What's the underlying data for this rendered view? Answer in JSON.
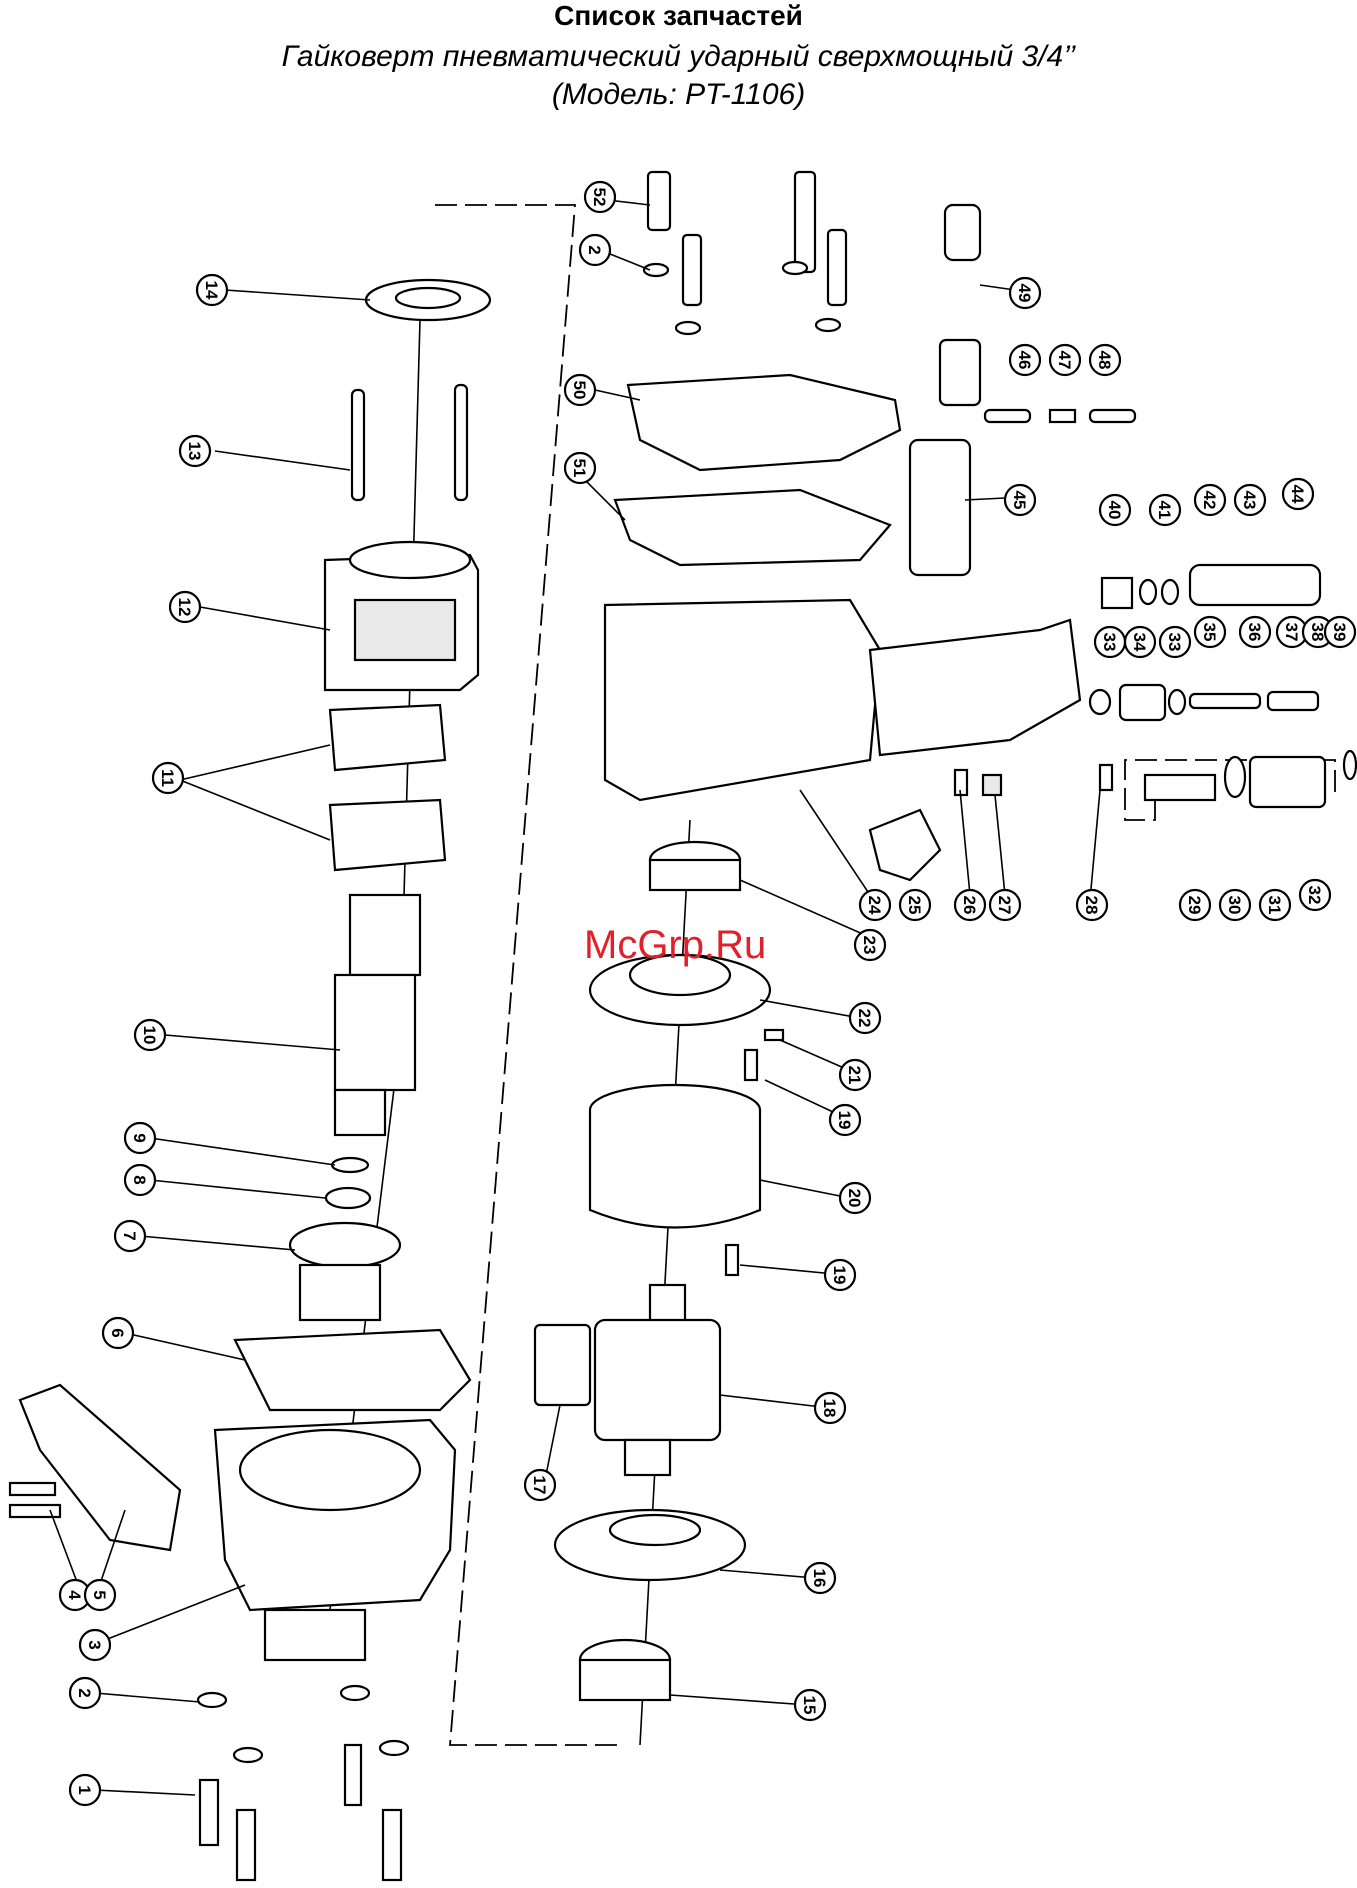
{
  "header": {
    "title": "Список запчастей",
    "subtitle": "Гайковерт пневматический ударный сверхмощный 3/4’’",
    "model": "(Модель: PT-1106)"
  },
  "watermark": "McGrp.Ru",
  "callouts": [
    {
      "label": "1"
    },
    {
      "label": "2"
    },
    {
      "label": "3"
    },
    {
      "label": "4"
    },
    {
      "label": "5"
    },
    {
      "label": "6"
    },
    {
      "label": "7"
    },
    {
      "label": "8"
    },
    {
      "label": "9"
    },
    {
      "label": "10"
    },
    {
      "label": "11"
    },
    {
      "label": "12"
    },
    {
      "label": "13"
    },
    {
      "label": "14"
    },
    {
      "label": "15"
    },
    {
      "label": "16"
    },
    {
      "label": "17"
    },
    {
      "label": "18"
    },
    {
      "label": "19"
    },
    {
      "label": "19"
    },
    {
      "label": "20"
    },
    {
      "label": "21"
    },
    {
      "label": "22"
    },
    {
      "label": "23"
    },
    {
      "label": "24"
    },
    {
      "label": "25"
    },
    {
      "label": "26"
    },
    {
      "label": "27"
    },
    {
      "label": "28"
    },
    {
      "label": "29"
    },
    {
      "label": "30"
    },
    {
      "label": "31"
    },
    {
      "label": "32"
    },
    {
      "label": "33"
    },
    {
      "label": "33"
    },
    {
      "label": "34"
    },
    {
      "label": "35"
    },
    {
      "label": "36"
    },
    {
      "label": "37"
    },
    {
      "label": "38"
    },
    {
      "label": "39"
    },
    {
      "label": "40"
    },
    {
      "label": "41"
    },
    {
      "label": "42"
    },
    {
      "label": "43"
    },
    {
      "label": "44"
    },
    {
      "label": "45"
    },
    {
      "label": "46"
    },
    {
      "label": "47"
    },
    {
      "label": "48"
    },
    {
      "label": "49"
    },
    {
      "label": "50"
    },
    {
      "label": "51"
    },
    {
      "label": "52"
    },
    {
      "label": "2"
    }
  ]
}
